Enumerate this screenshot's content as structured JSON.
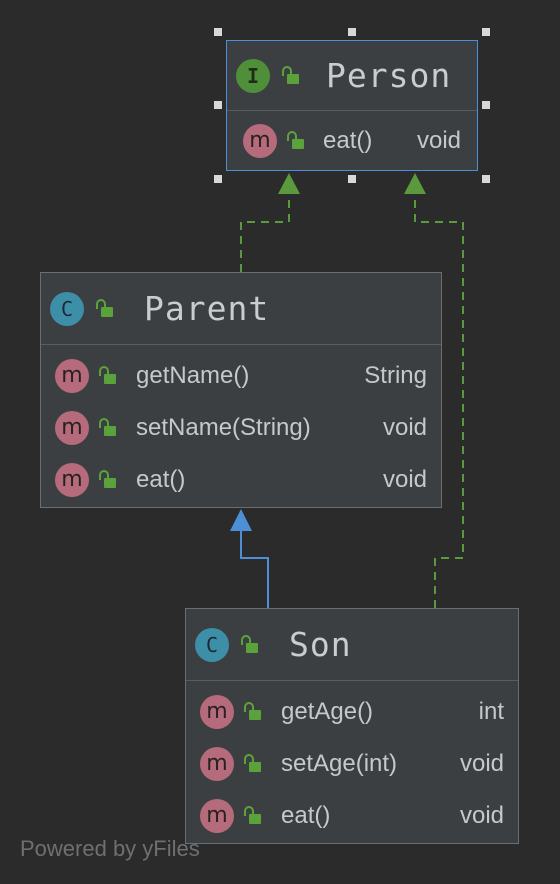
{
  "classes": {
    "person": {
      "kind": "I",
      "name": "Person",
      "methods": [
        {
          "name": "eat()",
          "type": "void"
        }
      ]
    },
    "parent": {
      "kind": "C",
      "name": "Parent",
      "methods": [
        {
          "name": "getName()",
          "type": "String"
        },
        {
          "name": "setName(String)",
          "type": "void"
        },
        {
          "name": "eat()",
          "type": "void"
        }
      ]
    },
    "son": {
      "kind": "C",
      "name": "Son",
      "methods": [
        {
          "name": "getAge()",
          "type": "int"
        },
        {
          "name": "setAge(int)",
          "type": "void"
        },
        {
          "name": "eat()",
          "type": "void"
        }
      ]
    }
  },
  "method_badge": "m",
  "footer": "Powered by yFiles",
  "colors": {
    "background": "#2b2b2b",
    "node": "#3c3f41",
    "selection": "#4c8fd6",
    "implements_edge": "#5a9a3c",
    "extends_edge": "#4c8fd6",
    "interface_badge": "#4f8f3a",
    "class_badge": "#3d8fa8",
    "method_badge": "#b56b7c"
  },
  "icons": [
    "interface-icon",
    "class-icon",
    "method-icon",
    "public-lock-icon"
  ]
}
